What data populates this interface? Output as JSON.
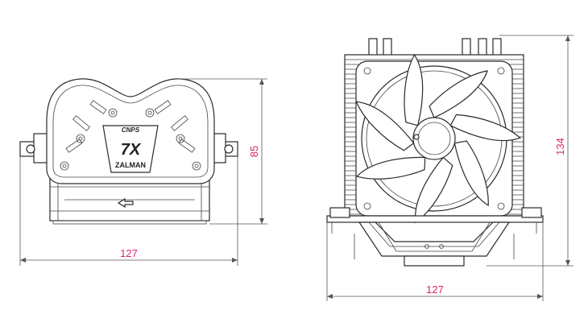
{
  "dimensions": {
    "left_width": "127",
    "left_height": "85",
    "right_width": "127",
    "right_height": "134"
  },
  "colors": {
    "dimension_text": "#e0216f",
    "line": "#2a2a2a"
  },
  "logo": {
    "model": "CNPS",
    "badge": "7X",
    "brand": "ZALMAN"
  }
}
